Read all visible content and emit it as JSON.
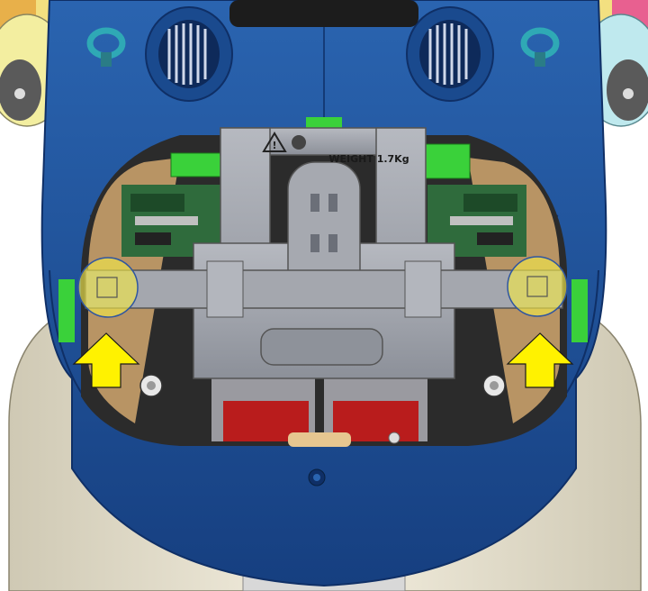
{
  "diagram": {
    "label_weight": "WEIGHT 1.7Kg",
    "highlights": [
      "left-mount-point",
      "right-mount-point"
    ],
    "arrows": [
      "left-up-arrow",
      "right-up-arrow"
    ],
    "colors": {
      "shell_blue": "#1e4f97",
      "shell_dark": "#0f2f66",
      "frame_grey": "#9fa3ab",
      "frame_dark": "#6b6f78",
      "highlight_yellow": "#f1e64a",
      "arrow_yellow": "#fff200",
      "pcb_green": "#2f6b3c",
      "accent_green": "#3ad13a",
      "motor_red": "#b91c1c",
      "tan": "#c8a06a",
      "cream": "#efe9d8",
      "wheel_yellow": "#f3eea0",
      "wheel_cyan": "#bfe9ee",
      "teal_ring": "#2fa9b5"
    }
  }
}
